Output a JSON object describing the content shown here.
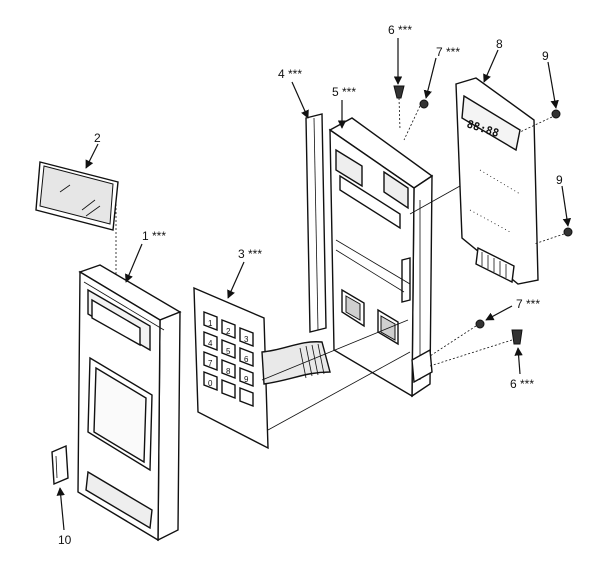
{
  "diagram": {
    "callouts": {
      "p1": "1 ***",
      "p2": "2",
      "p3": "3 ***",
      "p4": "4 ***",
      "p5": "5 ***",
      "p6_top": "6 ***",
      "p7_top": "7 ***",
      "p8": "8",
      "p9_top": "9",
      "p9_mid": "9",
      "p7_bot": "7 ***",
      "p6_bot": "6 ***",
      "p10": "10"
    },
    "display_readout": "88:88",
    "keypad_keys": [
      "1",
      "2",
      "3",
      "4",
      "5",
      "6",
      "7",
      "8",
      "9",
      "0",
      "",
      ""
    ]
  }
}
